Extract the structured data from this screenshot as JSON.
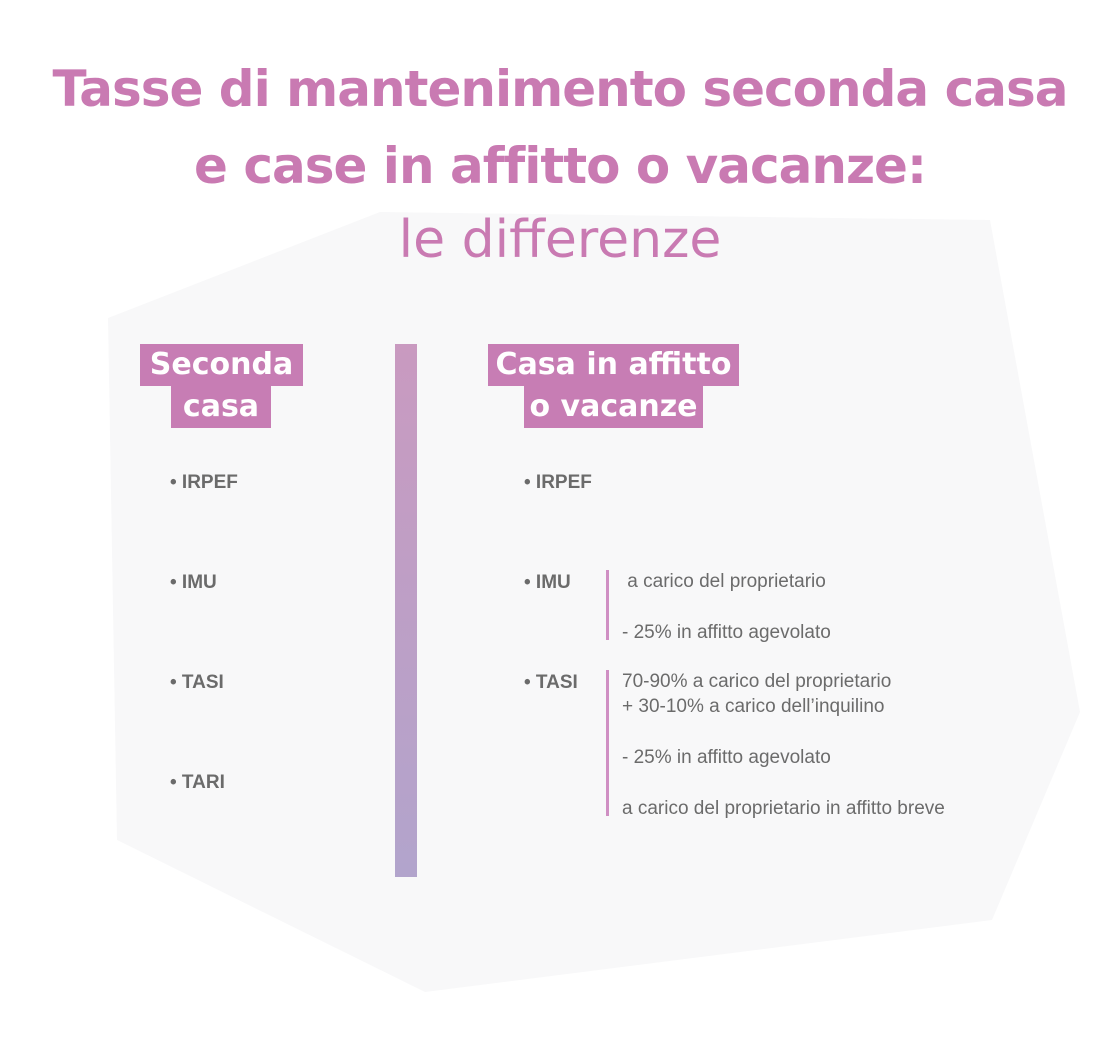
{
  "title": {
    "line1": "Tasse di mantenimento seconda casa",
    "line2": "e case in affitto o vacanze:",
    "line3": "le differenze"
  },
  "colors": {
    "accent": "#c97ab2",
    "label_bg": "#c77db4",
    "text": "#6b6b6b",
    "panel": "#f8f8f9"
  },
  "left_column": {
    "label_line1": "Seconda",
    "label_line2": "casa",
    "items": [
      "• IRPEF",
      "• IMU",
      "•  TASI",
      "• TARI"
    ]
  },
  "right_column": {
    "label_line1": "Casa in affitto",
    "label_line2": "o vacanze",
    "irpef": "• IRPEF",
    "imu": {
      "label": "• IMU",
      "note1": " a carico del proprietario",
      "note2": "- 25% in affitto agevolato"
    },
    "tasi": {
      "label": "• TASI",
      "note1_line1": "70-90% a carico del proprietario",
      "note1_line2": "+ 30-10% a carico dell’inquilino",
      "note2": "- 25% in affitto agevolato",
      "note3": "a carico del proprietario in affitto breve"
    }
  }
}
